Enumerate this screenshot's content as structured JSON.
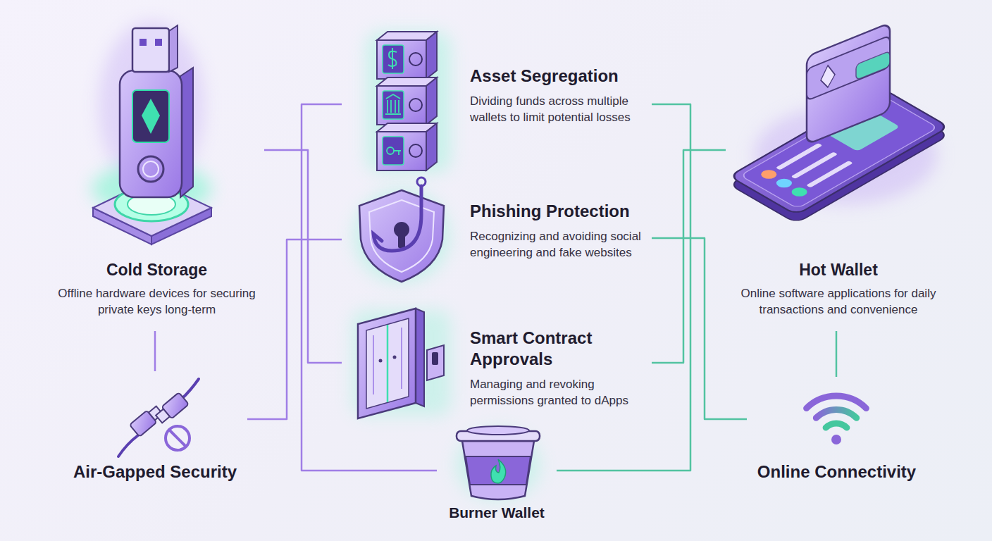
{
  "diagram": {
    "nodes": [
      {
        "text": [
          "Cold Storage",
          "Offline hardware devices for securing private keys long-term"
        ]
      },
      {
        "text": [
          "Asset Segregation",
          "Dividing funds across multiple wallets to limit potential losses"
        ]
      },
      {
        "text": [
          "Phishing Protection",
          "Recognizing and avoiding social engineering and fake websites"
        ]
      },
      {
        "text": [
          "Smart Contract Approvals",
          "Managing and revoking permissions granted to dApps"
        ]
      },
      {
        "text": [
          "Hot Wallet",
          "Online software applications for daily transactions and convenience"
        ]
      },
      {
        "text": [
          "Air-Gapped Security"
        ]
      },
      {
        "text": [
          "Burner Wallet"
        ]
      },
      {
        "text": [
          "Online Connectivity"
        ]
      }
    ],
    "edges": [
      {
        "from": 0,
        "to": 3,
        "arrow": "none"
      },
      {
        "from": 1,
        "to": 6,
        "arrow": "none"
      },
      {
        "from": 0,
        "to": 5,
        "arrow": "none"
      },
      {
        "from": 5,
        "to": 2,
        "arrow": "none"
      },
      {
        "from": 4,
        "to": 3,
        "arrow": "none"
      },
      {
        "from": 1,
        "to": 6,
        "arrow": "none"
      },
      {
        "from": 2,
        "to": 7,
        "arrow": "none"
      },
      {
        "from": 4,
        "to": 7,
        "arrow": "none"
      }
    ]
  }
}
